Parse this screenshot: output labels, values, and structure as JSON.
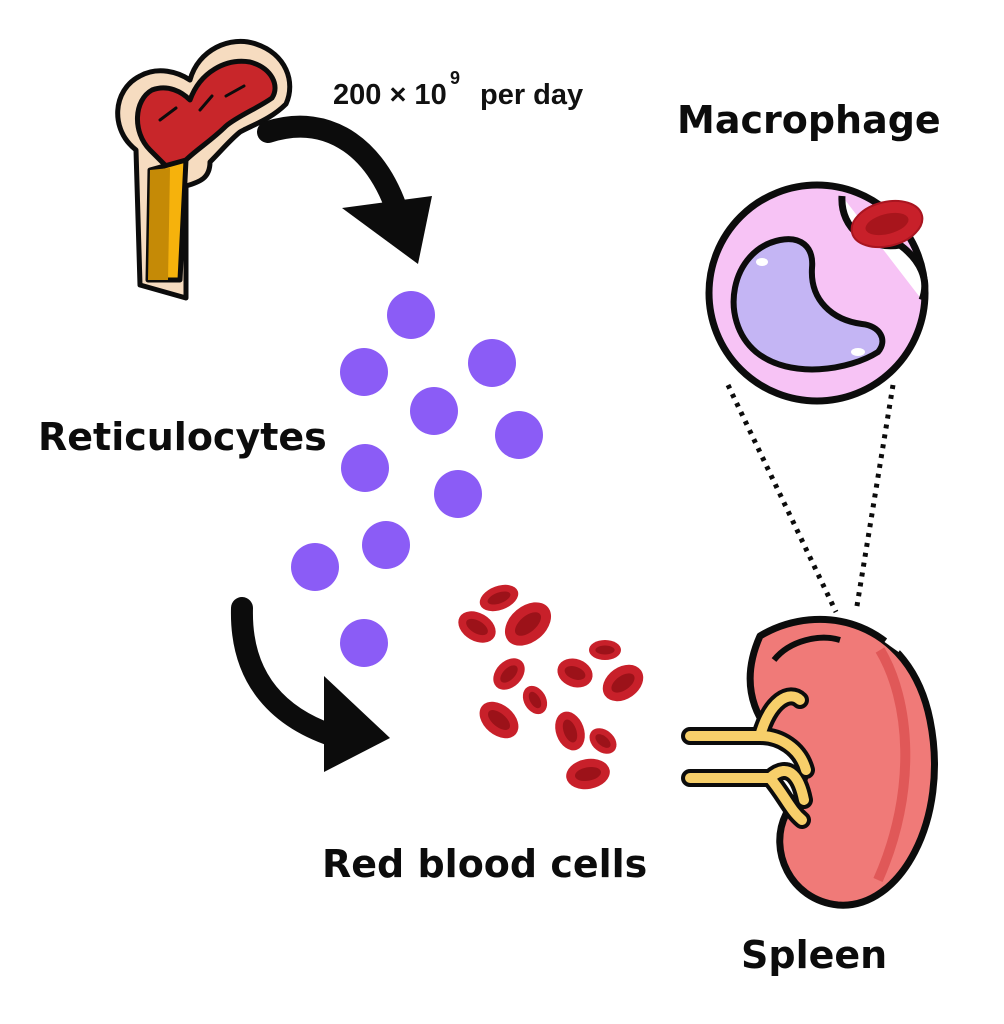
{
  "labels": {
    "rate_base": "200 × 10",
    "rate_exp": "9",
    "rate_unit": "per day",
    "macrophage": "Macrophage",
    "reticulocytes": "Reticulocytes",
    "red_blood_cells": "Red blood cells",
    "spleen": "Spleen"
  },
  "colors": {
    "reticulocyte": "#8b5cf6",
    "red_blood_cell": "#c8202a",
    "macrophage_membrane": "#f5c6f5",
    "macrophage_nucleus": "#c4b5f4",
    "spleen": "#f07a78",
    "bone_marrow": "#c8262a",
    "outline": "#0c0c0c"
  },
  "icons": [
    "bone-icon",
    "macrophage-icon",
    "spleen-icon"
  ]
}
